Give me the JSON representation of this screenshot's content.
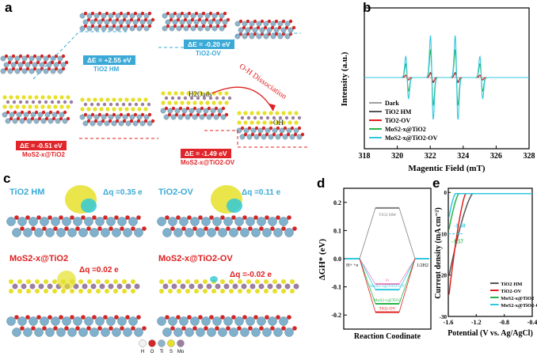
{
  "panels": {
    "a": {
      "label": "a",
      "tio2_hm": {
        "delta_e": "ΔE = +2.55 eV",
        "name": "TiO2 HM"
      },
      "tio2_ov": {
        "delta_e": "ΔE = -0.20 eV",
        "name": "TiO2-OV"
      },
      "mos2_tio2": {
        "delta_e": "ΔE = -0.51 eV",
        "name": "MoS2-x@TiO2"
      },
      "mos2_tio2_ov": {
        "delta_e": "ΔE = -1.49 eV",
        "name": "MoS2-x@TiO2-OV"
      },
      "h2o_label": "H2Oads",
      "oh_label": "·OH",
      "dissociation_label": "O-H Dissociation",
      "colors": {
        "blue_box": "#3aa9d6",
        "red_box": "#e0262b",
        "slab_ti": "#8fb3c9",
        "slab_o": "#d12626",
        "sulfur": "#e6e02a",
        "mo": "#9a7fa0"
      }
    },
    "b": {
      "label": "b",
      "ylabel": "Intensity (a.u.)",
      "xlabel": "Magentic Field (mT)",
      "xticks": [
        "318",
        "320",
        "322",
        "324",
        "326",
        "328"
      ],
      "legend": [
        "Dark",
        "TiO2 HM",
        "TiO2-OV",
        "MoS2-x@TiO2",
        "MoS2-x@TiO2-OV"
      ],
      "legend_colors": [
        "#9e9e9e",
        "#555555",
        "#e02020",
        "#27b34a",
        "#30c8e0"
      ]
    },
    "c": {
      "label": "c",
      "tio2_hm": {
        "name": "TiO2 HM",
        "dq": "Δq =0.35 e"
      },
      "tio2_ov": {
        "name": "TiO2-OV",
        "dq": "Δq =0.11 e"
      },
      "mos2_tio2": {
        "name": "MoS2-x@TiO2",
        "dq": "Δq =0.02 e"
      },
      "mos2_tio2_ov": {
        "name": "MoS2-x@TiO2-OV",
        "dq": "Δq =-0.02 e"
      },
      "atom_legend": [
        "H",
        "O",
        "Ti",
        "S",
        "Mo"
      ],
      "atom_colors": [
        "#f2f2f2",
        "#d12626",
        "#8fb3c9",
        "#e6e02a",
        "#9a7fa0"
      ]
    },
    "d": {
      "label": "d",
      "ylabel": "ΔGH* (eV)",
      "xlabel": "Reaction Coodinate",
      "yticks": [
        "0.2",
        "0.1",
        "0.0",
        "-0.1",
        "-0.2"
      ],
      "x_start": "H+ +e",
      "x_end": "1/2H2",
      "levels": [
        {
          "name": "TiO2 HM",
          "value": 0.18,
          "color": "#808080"
        },
        {
          "name": "Pt",
          "value": -0.09,
          "color": "#f080c0"
        },
        {
          "name": "MoS2-x@TiO2-OV",
          "value": -0.11,
          "color": "#30c8e0"
        },
        {
          "name": "MoS2-x@TiO2",
          "value": -0.16,
          "color": "#27b34a"
        },
        {
          "name": "TiO2-OV",
          "value": -0.19,
          "color": "#e02020"
        }
      ]
    },
    "e": {
      "label": "e",
      "ylabel": "Current density (mA cm⁻²)",
      "xlabel": "Potential (V vs. Ag/AgCl)",
      "xticks": [
        "-1.6",
        "-1.2",
        "-0.8",
        "-0.4"
      ],
      "yticks": [
        "0",
        "-10",
        "-20",
        "-30"
      ],
      "annot1": "-1.50",
      "annot2": "-1.57",
      "legend": [
        "TiO2 HM",
        "TiO2-OV",
        "MoS2-x@TiO2",
        "MoS2-x@TiO2-OV"
      ],
      "legend_colors": [
        "#555555",
        "#e02020",
        "#27b34a",
        "#30c8e0"
      ]
    }
  }
}
